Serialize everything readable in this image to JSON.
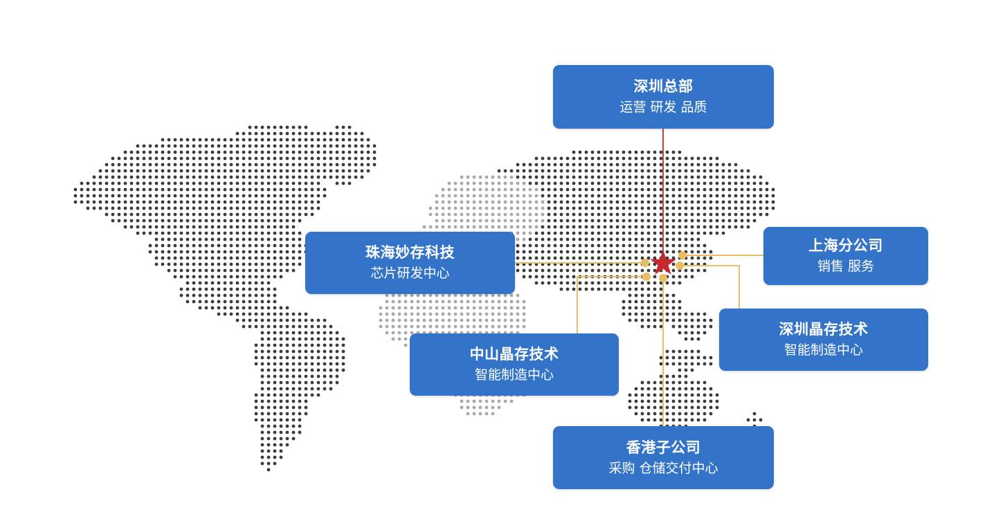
{
  "locations": {
    "shenzhen_hq": {
      "title": "深圳总部",
      "subtitle": "运营 研发 品质"
    },
    "zhuhai": {
      "title": "珠海妙存科技",
      "subtitle": "芯片研发中心"
    },
    "shanghai": {
      "title": "上海分公司",
      "subtitle": "销售 服务"
    },
    "shenzhen_jingcun": {
      "title": "深圳晶存技术",
      "subtitle": "智能制造中心"
    },
    "zhongshan": {
      "title": "中山晶存技术",
      "subtitle": "智能制造中心"
    },
    "hongkong": {
      "title": "香港子公司",
      "subtitle": "采购 仓储交付中心"
    }
  },
  "colors": {
    "box": "#3374c8",
    "hq_line": "#d9393b",
    "branch_line": "#e9bd63",
    "star": "#c8282c",
    "dot_dark": "#3a3a3a",
    "dot_light": "#a8a8a8"
  },
  "icons": {
    "hq_marker": "red-star-icon",
    "branch_markers": "gold-dot-icon"
  }
}
